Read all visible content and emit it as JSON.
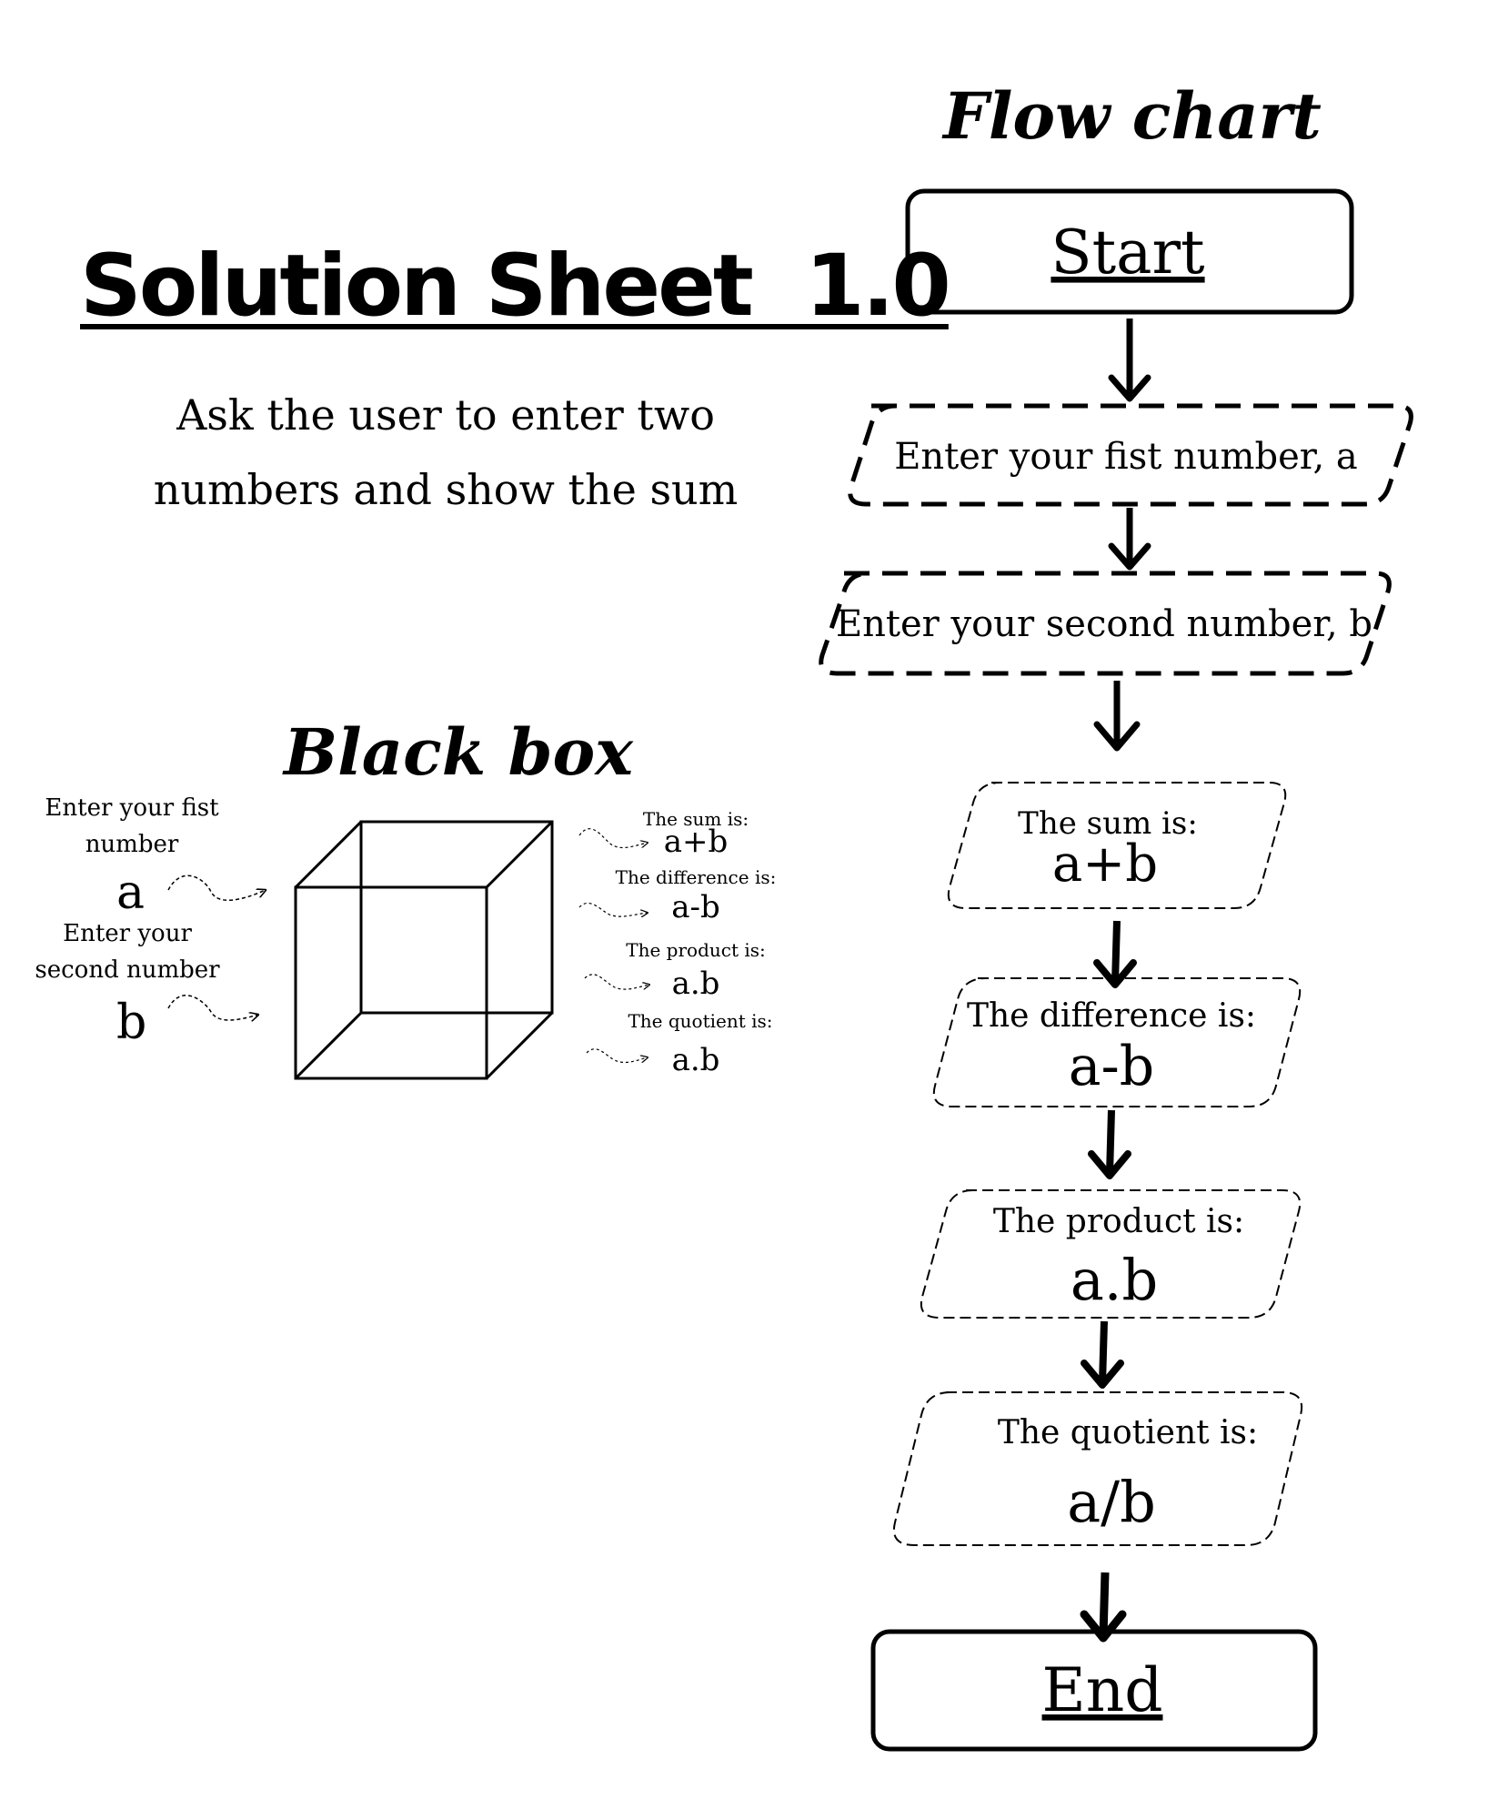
{
  "page": {
    "title": "Solution Sheet  1.0",
    "subtitle_line1": "Ask the user to enter two",
    "subtitle_line2": "numbers and show the sum"
  },
  "black_box": {
    "heading": "Black box",
    "inputs": [
      {
        "label_line1": "Enter your fist",
        "label_line2": "number",
        "var": "a"
      },
      {
        "label_line1": "Enter your",
        "label_line2": "second number",
        "var": "b"
      }
    ],
    "outputs": [
      {
        "label": "The sum is:",
        "value": "a+b"
      },
      {
        "label": "The difference is:",
        "value": "a-b"
      },
      {
        "label": "The product is:",
        "value": "a.b"
      },
      {
        "label": "The quotient is:",
        "value": "a.b"
      }
    ]
  },
  "flow_chart": {
    "heading": "Flow chart",
    "nodes": [
      {
        "kind": "terminal",
        "text": "Start"
      },
      {
        "kind": "input",
        "text": "Enter your fist number, a"
      },
      {
        "kind": "input",
        "text": "Enter your second number, b"
      },
      {
        "kind": "output",
        "label": "The sum is:",
        "value": "a+b"
      },
      {
        "kind": "output",
        "label": "The difference is:",
        "value": "a-b"
      },
      {
        "kind": "output",
        "label": "The product is:",
        "value": "a.b"
      },
      {
        "kind": "output",
        "label": "The quotient is:",
        "value": "a/b"
      },
      {
        "kind": "terminal",
        "text": "End"
      }
    ]
  },
  "colors": {
    "ink": "#000000",
    "background": "#ffffff"
  }
}
